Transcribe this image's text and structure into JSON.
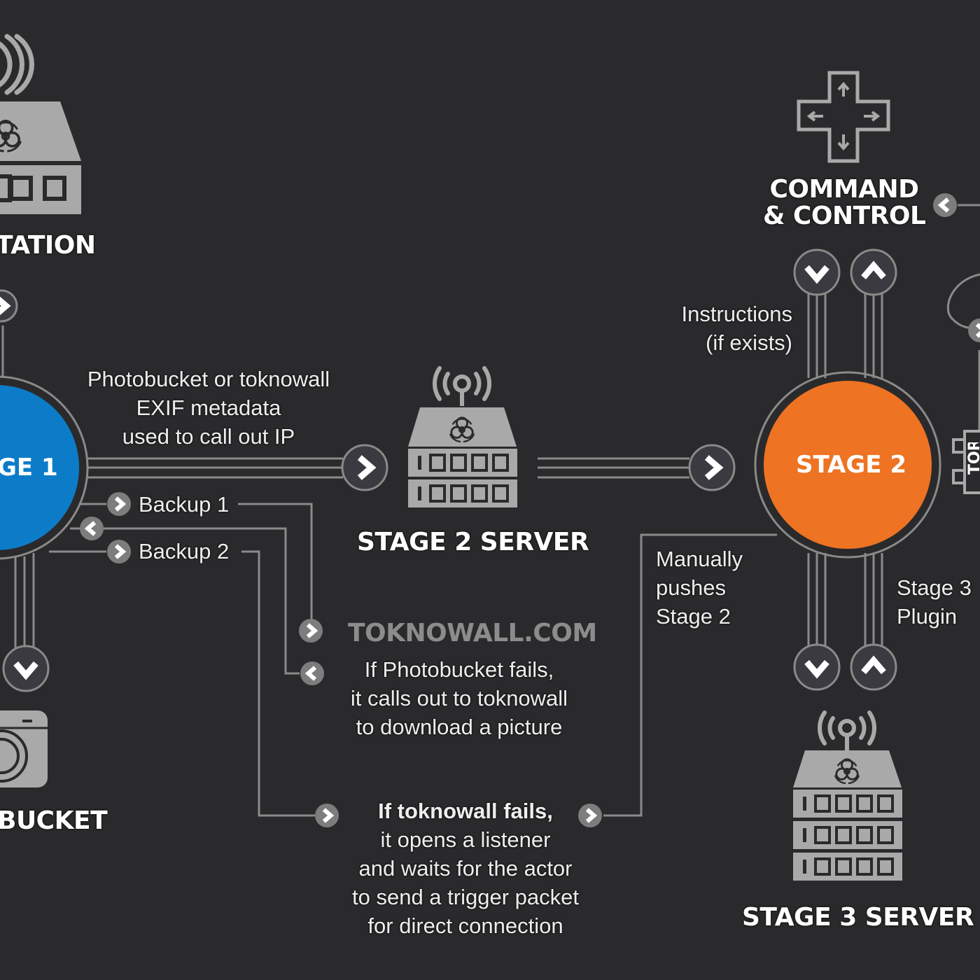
{
  "colors": {
    "background": "#2a2a2c",
    "line": "#8a8a8a",
    "icon_fill": "#a9a9a9",
    "stage1": "#0c7cc8",
    "stage2": "#ee7322",
    "button_bg": "#3a3a40",
    "button_glyph": "#ffffff",
    "muted_title": "#8c8c8c"
  },
  "nodes": {
    "workstation": {
      "label": "TATION",
      "icon": "infected-workstation-icon"
    },
    "stage1": {
      "label": "GE 1"
    },
    "stage2": {
      "label": "STAGE 2"
    },
    "stage2_server": {
      "label": "STAGE 2 SERVER",
      "icon": "infected-server-icon"
    },
    "stage3_server": {
      "label": "STAGE 3 SERVER",
      "icon": "infected-server-icon"
    },
    "command_control": {
      "label_line1": "COMMAND",
      "label_line2": "& CONTROL",
      "icon": "dpad-icon"
    },
    "photobucket": {
      "label": "BUCKET",
      "icon": "camera-icon"
    },
    "toknowall": {
      "label": "TOKNOWALL.COM"
    },
    "right_partial": {
      "label": "TOR",
      "icon": "chip-icon"
    }
  },
  "annotations": {
    "photobucket_exif": [
      "Photobucket or toknowall",
      "EXIF metadata",
      "used to call out IP"
    ],
    "backup1": "Backup 1",
    "backup2": "Backup 2",
    "photobucket_fails": [
      "If Photobucket fails,",
      "it calls out to toknowall",
      "to download a picture"
    ],
    "toknowall_fails": [
      "If toknowall fails,",
      "it opens a listener",
      "and waits for the actor",
      "to send a trigger packet",
      "for direct connection"
    ],
    "instructions": [
      "Instructions",
      "(if exists)"
    ],
    "manually_pushes": [
      "Manually",
      "pushes",
      "Stage 2"
    ],
    "stage3_plugin": [
      "Stage 3",
      "Plugin"
    ]
  },
  "arrows": [
    {
      "id": "workstation-stage1",
      "direction": "right"
    },
    {
      "id": "stage1-stage2server",
      "direction": "right"
    },
    {
      "id": "stage2server-stage2",
      "direction": "right"
    },
    {
      "id": "backup1",
      "direction": "right"
    },
    {
      "id": "backup-return",
      "direction": "left"
    },
    {
      "id": "backup2",
      "direction": "right"
    },
    {
      "id": "stage1-photobucket",
      "direction": "down"
    },
    {
      "id": "toknowall-in",
      "direction": "right"
    },
    {
      "id": "toknowall-out",
      "direction": "left"
    },
    {
      "id": "listener-in",
      "direction": "right"
    },
    {
      "id": "listener-out",
      "direction": "right"
    },
    {
      "id": "cc-down",
      "direction": "down"
    },
    {
      "id": "cc-up",
      "direction": "up"
    },
    {
      "id": "stage3-down",
      "direction": "down"
    },
    {
      "id": "stage3-up",
      "direction": "up"
    },
    {
      "id": "cc-from-right",
      "direction": "left"
    },
    {
      "id": "right-loop",
      "direction": "right"
    }
  ]
}
